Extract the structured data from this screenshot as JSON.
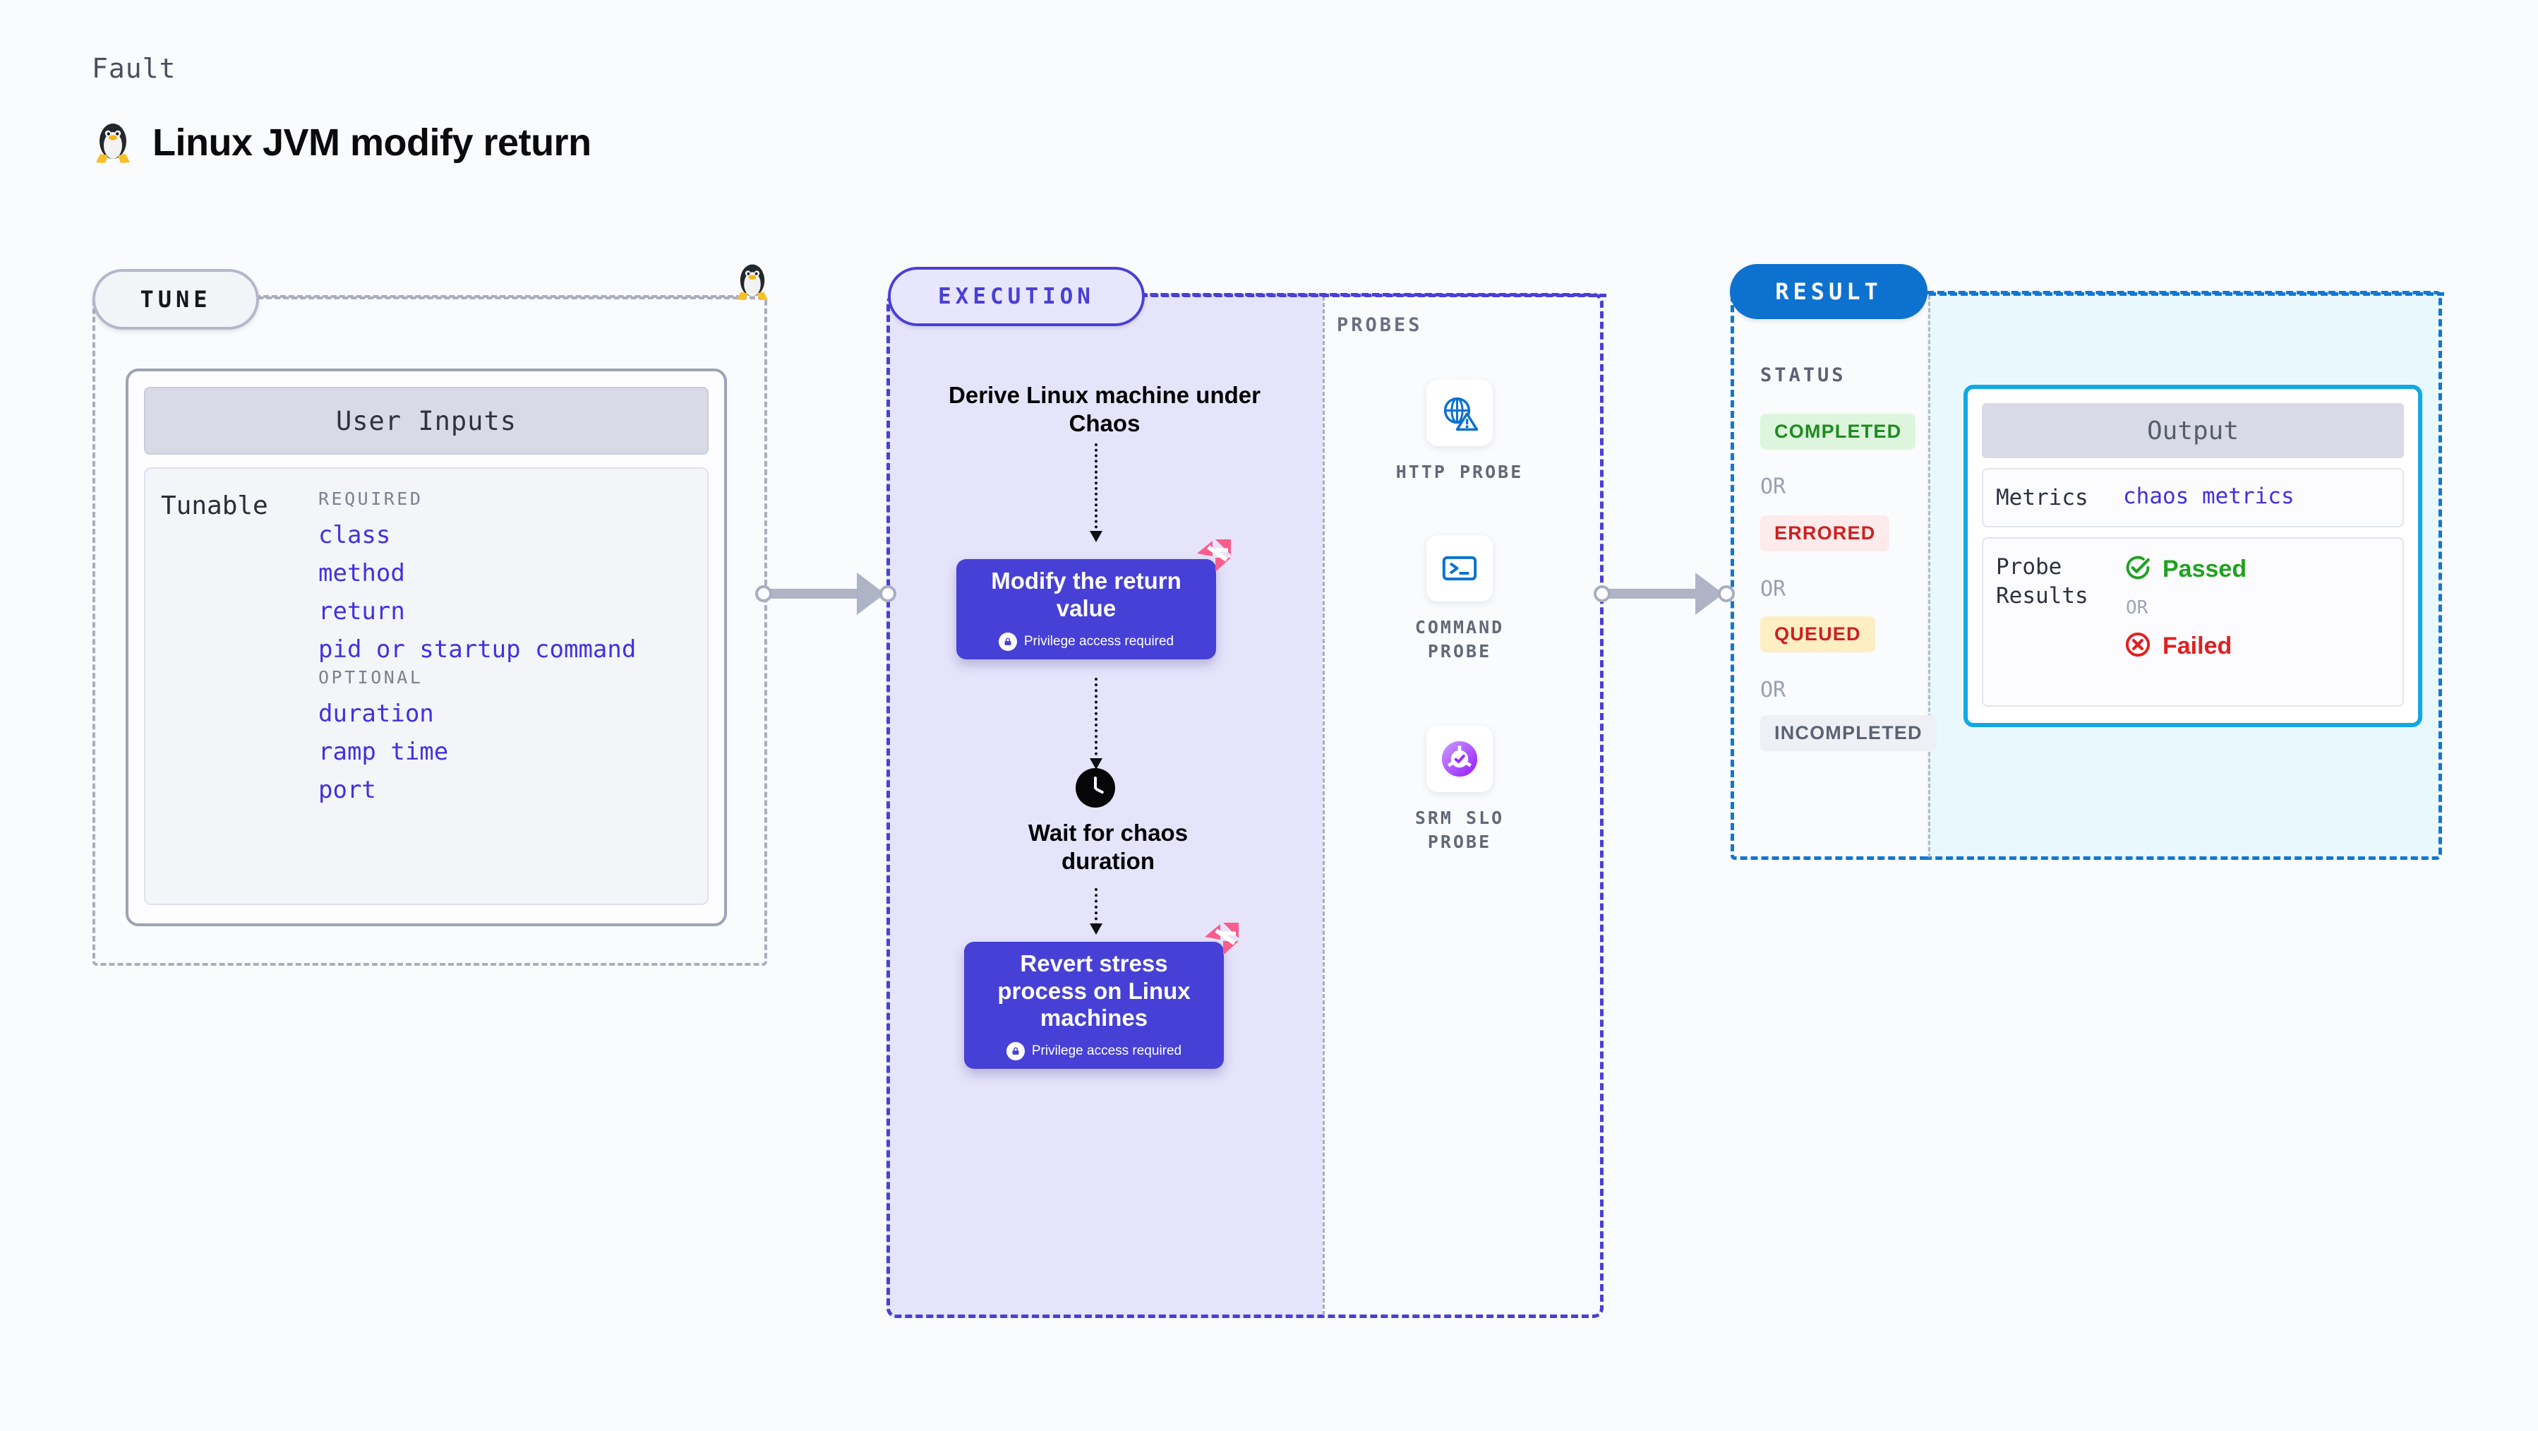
{
  "header": {
    "kicker": "Fault",
    "title": "Linux JVM modify return",
    "icon": "linux-penguin-icon"
  },
  "tune": {
    "pill_label": "TUNE",
    "card_title": "User Inputs",
    "tunable_label": "Tunable",
    "groups": [
      {
        "label": "REQUIRED",
        "params": [
          "class",
          "method",
          "return",
          "pid or startup command"
        ]
      },
      {
        "label": "OPTIONAL",
        "params": [
          "duration",
          "ramp time",
          "port"
        ]
      }
    ],
    "marker_icon": "linux-penguin-icon"
  },
  "execution": {
    "pill_label": "EXECUTION",
    "derive_step": "Derive Linux machine under Chaos",
    "modify_step": {
      "title": "Modify the return value",
      "privilege": "Privilege access required",
      "badge_icon": "harness-logo-icon"
    },
    "wait_step": {
      "title": "Wait for chaos duration",
      "icon": "clock-icon"
    },
    "revert_step": {
      "title": "Revert stress process on Linux machines",
      "privilege": "Privilege access required",
      "badge_icon": "harness-logo-icon"
    }
  },
  "probes": {
    "label": "PROBES",
    "items": [
      {
        "caption": "HTTP PROBE",
        "icon": "globe-warning-icon",
        "color": "#0d72cf"
      },
      {
        "caption": "COMMAND PROBE",
        "icon": "terminal-icon",
        "color": "#0d72cf"
      },
      {
        "caption": "SRM SLO PROBE",
        "icon": "srm-slo-donut-icon",
        "color": "#a742f5"
      }
    ]
  },
  "result": {
    "pill_label": "RESULT",
    "status_label": "STATUS",
    "or_label": "OR",
    "statuses": [
      {
        "label": "COMPLETED",
        "bg": "#ddf5dd",
        "fg": "#1f8b20"
      },
      {
        "label": "ERRORED",
        "bg": "#fdeaea",
        "fg": "#cc2020"
      },
      {
        "label": "QUEUED",
        "bg": "#fdeec4",
        "fg": "#cc2020"
      },
      {
        "label": "INCOMPLETED",
        "bg": "#eef0f5",
        "fg": "#5c6274"
      }
    ],
    "output": {
      "title": "Output",
      "metrics_key": "Metrics",
      "metrics_value": "chaos metrics",
      "probe_results_key": "Probe Results",
      "passed_label": "Passed",
      "failed_label": "Failed",
      "or_label": "OR",
      "passed_icon": "check-circle-icon",
      "failed_icon": "x-circle-icon"
    }
  },
  "colors": {
    "accent_purple": "#4640d6",
    "accent_blue": "#0d72cf",
    "accent_cyan": "#11a9e2",
    "harness_pink": "#fa5c8c",
    "param_text": "#4231e0",
    "page_bg": "#fafbfd"
  }
}
